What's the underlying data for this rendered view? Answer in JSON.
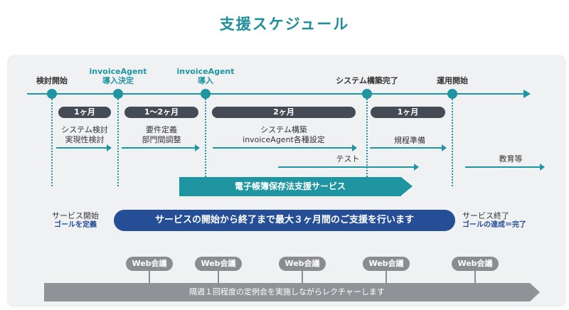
{
  "title": "支援スケジュール",
  "milestones": [
    {
      "line1": "検討開始",
      "line2": ""
    },
    {
      "line1": "invoiceAgent",
      "line2": "導入決定"
    },
    {
      "line1": "invoiceAgent",
      "line2": "導入"
    },
    {
      "line1": "システム構築完了",
      "line2": ""
    },
    {
      "line1": "運用開始",
      "line2": ""
    }
  ],
  "durations": [
    "1ヶ月",
    "1〜2ヶ月",
    "2ヶ月",
    "1ヶ月"
  ],
  "tasks": [
    {
      "line1": "システム検討",
      "line2": "実現性検討"
    },
    {
      "line1": "要件定義",
      "line2": "部門間調整"
    },
    {
      "line1": "システム構築",
      "line2": "invoiceAgent各種設定"
    },
    {
      "line1": "規程準備",
      "line2": ""
    },
    {
      "line1": "テスト",
      "line2": ""
    },
    {
      "line1": "教育等",
      "line2": ""
    }
  ],
  "support_band": "電子帳簿保存法支援サービス",
  "service": {
    "start_label": "サービス開始",
    "start_sub": "ゴールを定義",
    "bar_text": "サービスの開始から終了まで最大３ヶ月間のご支援を行います",
    "end_label": "サービス終了",
    "end_sub": "ゴールの達成＝完了"
  },
  "web_meetings": [
    "Web会議",
    "Web会議",
    "Web会議",
    "Web会議",
    "Web会議"
  ],
  "lecture_text": "隔週１回程度の定例会を実施しながらレクチャーします",
  "colors": {
    "teal": "#1e95a0",
    "navy": "#254e96",
    "dark_pill": "#444b55",
    "gray": "#8f9297"
  }
}
